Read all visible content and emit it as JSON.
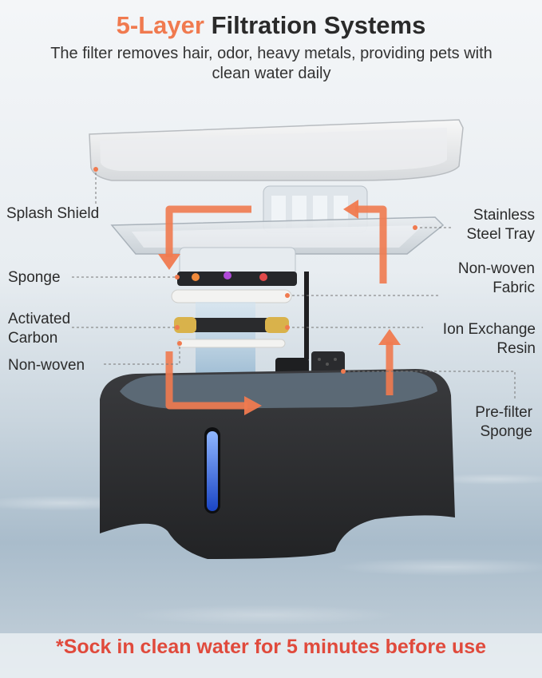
{
  "headline": {
    "accent": "5-Layer",
    "rest": " Filtration Systems"
  },
  "subtitle": "The filter removes hair, odor, heavy metals, providing pets with clean water daily",
  "labels": {
    "splash_shield": "Splash Shield",
    "stainless_tray_1": "Stainless",
    "stainless_tray_2": "Steel Tray",
    "sponge": "Sponge",
    "nonwoven_fabric_1": "Non-woven",
    "nonwoven_fabric_2": "Fabric",
    "activated_carbon_1": "Activated",
    "activated_carbon_2": "Carbon",
    "ion_exchange_1": "Ion Exchange",
    "ion_exchange_2": "Resin",
    "nonwoven": "Non-woven",
    "prefilter_1": "Pre-filter",
    "prefilter_2": "Sponge"
  },
  "footer": "*Sock in clean water for 5 minutes before use",
  "colors": {
    "accent": "#f07a4f",
    "footer_text": "#e04a3c",
    "fountain_body": "#2c2d30",
    "water_level_led": "#2a5bd7"
  }
}
